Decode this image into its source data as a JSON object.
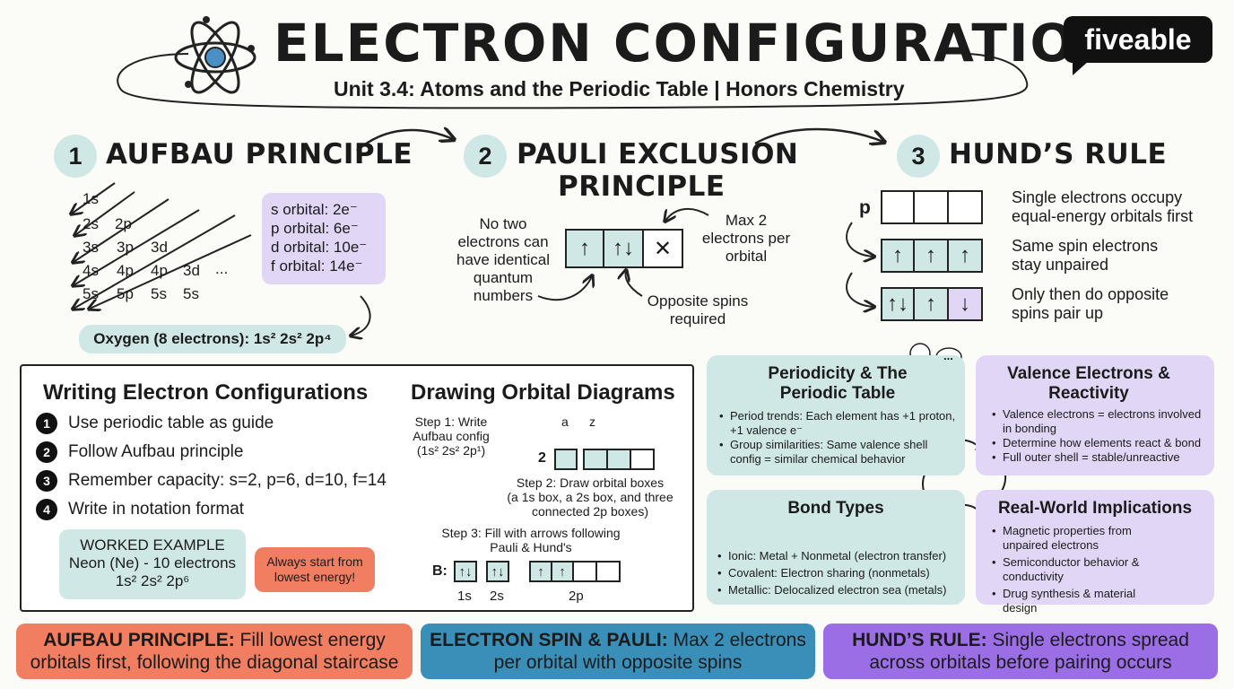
{
  "header": {
    "title": "ELECTRON CONFIGURATIONS",
    "subtitle": "Unit 3.4: Atoms and the Periodic Table | Honors Chemistry",
    "brand": "fiveable"
  },
  "aufbau": {
    "number": "1",
    "title": "AUFBAU PRINCIPLE",
    "staircase": [
      "1s",
      "2s",
      "2p",
      "3s",
      "3p",
      "3d",
      "4s",
      "4p",
      "4p",
      "3d",
      "...",
      "5s",
      "5p",
      "5s",
      "5s"
    ],
    "capacities": [
      "s orbital: 2e⁻",
      "p orbital: 6e⁻",
      "d orbital: 10e⁻",
      "f orbital: 14e⁻"
    ],
    "example": "Oxygen (8 electrons): 1s² 2s² 2p⁴"
  },
  "pauli": {
    "number": "2",
    "title_line1": "PAULI EXCLUSION",
    "title_line2": "PRINCIPLE",
    "left_note": "No two electrons can have identical quantum numbers",
    "right_note": "Max 2 electrons per orbital",
    "bottom_note": "Opposite spins required",
    "boxes": [
      "↑",
      "↑↓",
      "✕"
    ]
  },
  "hund": {
    "number": "3",
    "title": "HUND’S RULE",
    "orbital_label": "p",
    "rows": [
      {
        "boxes": [
          "",
          "",
          ""
        ],
        "text": "Single electrons occupy equal-energy orbitals first"
      },
      {
        "boxes": [
          "↑",
          "↑",
          "↑"
        ],
        "text": "Same spin electrons stay unpaired"
      },
      {
        "boxes": [
          "↑↓",
          "↑",
          "↓"
        ],
        "text": "Only then do opposite spins pair up"
      }
    ]
  },
  "writing": {
    "title": "Writing Electron Configurations",
    "steps": [
      {
        "n": "1",
        "text": "Use periodic table as guide"
      },
      {
        "n": "2",
        "text": "Follow Aufbau principle"
      },
      {
        "n": "3",
        "text": "Remember capacity: s=2, p=6, d=10, f=14"
      },
      {
        "n": "4",
        "text": "Write in notation format"
      }
    ],
    "worked_title": "WORKED EXAMPLE",
    "worked_line1": "Neon (Ne) - 10 electrons",
    "worked_line2": "1s² 2s² 2p⁶",
    "tip": "Always start from lowest energy!"
  },
  "drawing": {
    "title": "Drawing Orbital Diagrams",
    "step1": "Step 1: Write Aufbau config (1s² 2s² 2p¹)",
    "step1_line1": "Step 1: Write",
    "step1_line2": "Aufbau config",
    "step1_line3": "(1s² 2s² 2p¹)",
    "marks": [
      "a",
      "z"
    ],
    "level_label": "2",
    "step2_line1": "Step 2: Draw orbital boxes",
    "step2_line2": "(a 1s box, a 2s box, and three",
    "step2_line3": "connected 2p boxes)",
    "step3_line1": "Step 3: Fill with arrows following",
    "step3_line2": "Pauli & Hund's",
    "element": "B:",
    "box_1s": "↑↓",
    "box_2s": "↑↓",
    "box_2p": [
      "↑",
      "↑",
      "",
      ""
    ],
    "labels": [
      "1s",
      "2s",
      "2p"
    ]
  },
  "cards": {
    "periodicity": {
      "title": "Periodicity & The Periodic Table",
      "items": [
        "Period trends: Each element has +1 proton, +1 valence e⁻",
        "Group similarities: Same valence shell config = similar chemical behavior"
      ],
      "speech": "..."
    },
    "valence": {
      "title": "Valence Electrons & Reactivity",
      "items": [
        "Valence electrons = electrons involved in bonding",
        "Determine how elements react & bond",
        "Full outer shell = stable/unreactive"
      ]
    },
    "bonds": {
      "title": "Bond Types",
      "items": [
        "Ionic: Metal + Nonmetal (electron transfer)",
        "Covalent: Electron sharing (nonmetals)",
        "Metallic: Delocalized electron sea (metals)"
      ]
    },
    "real": {
      "title": "Real-World Implications",
      "items": [
        "Magnetic properties from unpaired electrons",
        "Semiconductor behavior & conductivity",
        "Drug synthesis & material design"
      ]
    }
  },
  "footer": {
    "aufbau_bold": "AUFBAU PRINCIPLE:",
    "aufbau_text": "Fill lowest energy orbitals first, following the diagonal staircase",
    "pauli_bold": "ELECTRON SPIN & PAULI:",
    "pauli_text": "Max 2 electrons per orbital with opposite spins",
    "hund_bold": "HUND’S RULE:",
    "hund_text": "Single electrons spread across orbitals before pairing occurs"
  },
  "colors": {
    "teal": "#cfe8e6",
    "lavender": "#e2d6f7",
    "coral": "#f17e61",
    "blue": "#3a8fb8",
    "purple": "#9b6ee6",
    "ink": "#1b1b1b"
  }
}
